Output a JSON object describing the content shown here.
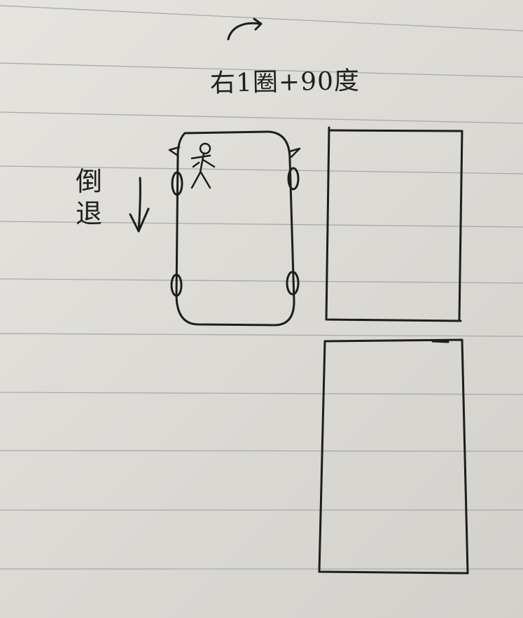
{
  "instruction": {
    "text": "右1圈+90度"
  },
  "reverse_label": {
    "char_1": "倒",
    "char_2": "退"
  },
  "icons": {
    "turn_arrow": "curved-arrow-right-icon",
    "reverse_arrow": "arrow-down-icon",
    "person": "stick-figure-driver-icon"
  },
  "colors": {
    "ink": "#1d1d1d",
    "paper": "#e2e0db",
    "ruled_line": "#a9a9ad"
  }
}
